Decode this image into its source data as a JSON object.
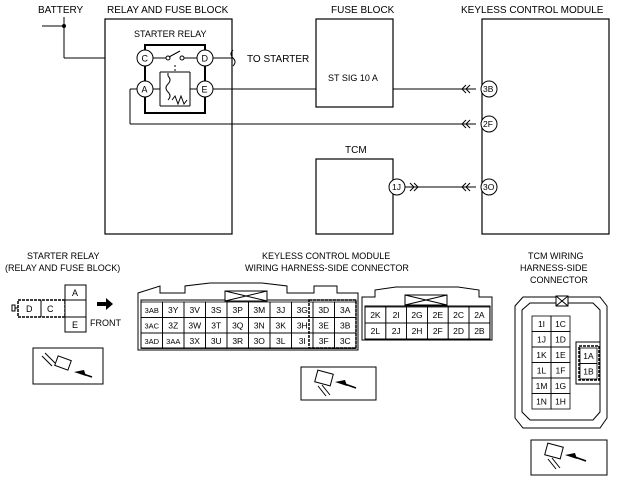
{
  "top": {
    "battery": "BATTERY",
    "relay_fuse_block": "RELAY AND FUSE BLOCK",
    "fuse_block": "FUSE BLOCK",
    "keyless_module": "KEYLESS CONTROL MODULE",
    "starter_relay": "STARTER RELAY",
    "to_starter": "TO STARTER",
    "fuse_label": "ST SIG 10 A",
    "tcm": "TCM",
    "pins": {
      "c": "C",
      "d": "D",
      "a": "A",
      "e": "E",
      "p3b": "3B",
      "p2f": "2F",
      "p3o": "3O",
      "p1j": "1J"
    }
  },
  "bottom": {
    "starter_relay_title1": "STARTER RELAY",
    "starter_relay_title2": "(RELAY AND FUSE BLOCK)",
    "front": "FRONT",
    "relay_cells": {
      "d": "D",
      "c": "C",
      "a": "A",
      "e": "E"
    },
    "kcm_title1": "KEYLESS CONTROL MODULE",
    "kcm_title2": "WIRING HARNESS-SIDE CONNECTOR",
    "kcm_row1": [
      "3AB",
      "3Y",
      "3V",
      "3S",
      "3P",
      "3M",
      "3J",
      "3G",
      "3D",
      "3A"
    ],
    "kcm_row2": [
      "3AC",
      "3Z",
      "3W",
      "3T",
      "3Q",
      "3N",
      "3K",
      "3H",
      "3E",
      "3B"
    ],
    "kcm_row3": [
      "3AD",
      "3AA",
      "3X",
      "3U",
      "3R",
      "3O",
      "3L",
      "3I",
      "3F",
      "3C"
    ],
    "kcm2_row1": [
      "2K",
      "2I",
      "2G",
      "2E",
      "2C",
      "2A"
    ],
    "kcm2_row2": [
      "2L",
      "2J",
      "2H",
      "2F",
      "2D",
      "2B"
    ],
    "tcm_title1": "TCM WIRING",
    "tcm_title2": "HARNESS-SIDE",
    "tcm_title3": "CONNECTOR",
    "tcm_left": [
      "1I",
      "1J",
      "1K",
      "1L",
      "1M",
      "1N"
    ],
    "tcm_right": [
      "1C",
      "1D",
      "1E",
      "1F",
      "1G",
      "1H"
    ],
    "tcm_hl": [
      "1A",
      "1B"
    ]
  }
}
